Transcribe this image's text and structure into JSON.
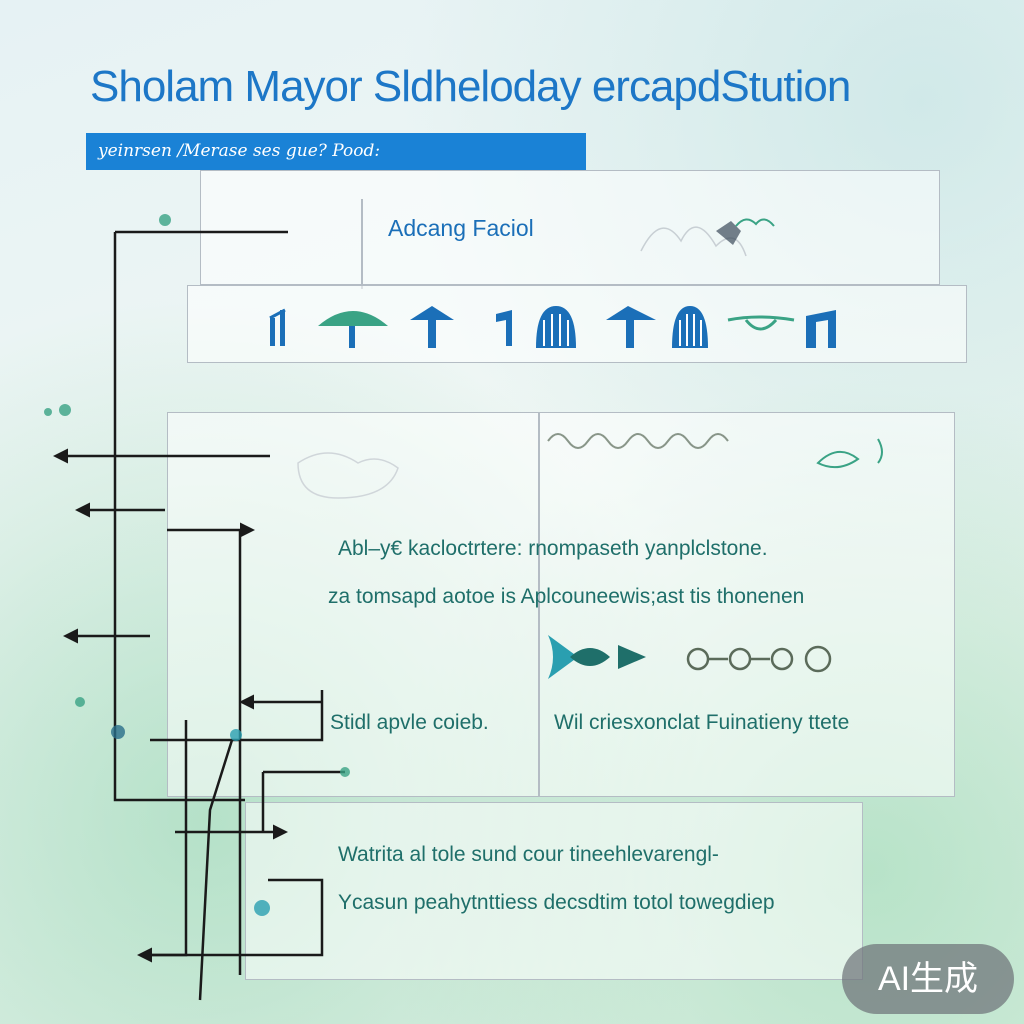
{
  "header": {
    "title": "Sholam Mayor Sldheloday ercapdStution",
    "subtitle": "yeinrsen /Merase ses gue? Pood:"
  },
  "top_panel": {
    "label": "Adcang Faciol"
  },
  "icons_row": [
    "bar-chart-icon",
    "mushroom-icon",
    "arrow-up-icon",
    "flag-icon",
    "shell-icon",
    "signpost-icon",
    "shell-icon",
    "bird-icon",
    "gate-icon"
  ],
  "middle_panel": {
    "line1": "Abl–y€ kacloctrtere: rnompaseth yanplclstone.",
    "line2": "za tomsapd aotoe is Aplcouneewis;ast tis thonenen",
    "left_item": "Stidl apvle coieb.",
    "right_item": "Wil criesxonclat Fuinatieny ttete"
  },
  "bottom_panel": {
    "line1": "Watrita al tole sund cour tineehlevarengl-",
    "line2": "Ycasun peahytnttiess decsdtim totol towegdiep"
  },
  "watermark": "AI生成",
  "colors": {
    "title_blue": "#1d77c7",
    "subtitle_bar": "#1a82d6",
    "icon_blue": "#1b6fb8",
    "icon_teal": "#3aa385",
    "connector": "#1a1a1a"
  }
}
